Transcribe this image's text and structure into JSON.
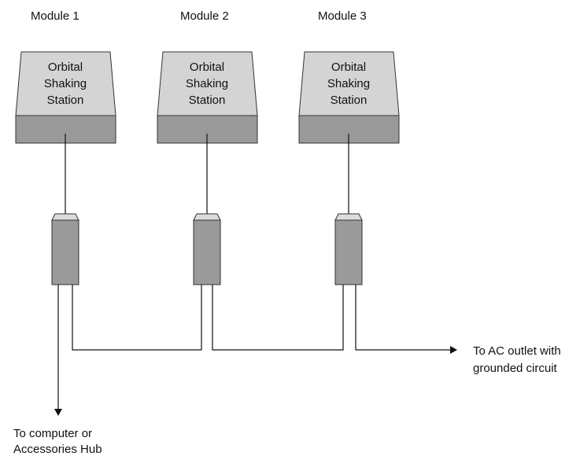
{
  "modules": [
    {
      "title": "Module 1",
      "station_lines": [
        "Orbital",
        "Shaking",
        "Station"
      ]
    },
    {
      "title": "Module 2",
      "station_lines": [
        "Orbital",
        "Shaking",
        "Station"
      ]
    },
    {
      "title": "Module 3",
      "station_lines": [
        "Orbital",
        "Shaking",
        "Station"
      ]
    }
  ],
  "outputs": {
    "ac_outlet": [
      "To AC outlet with",
      "grounded circuit"
    ],
    "computer": [
      "To computer or",
      "Accessories Hub"
    ]
  }
}
